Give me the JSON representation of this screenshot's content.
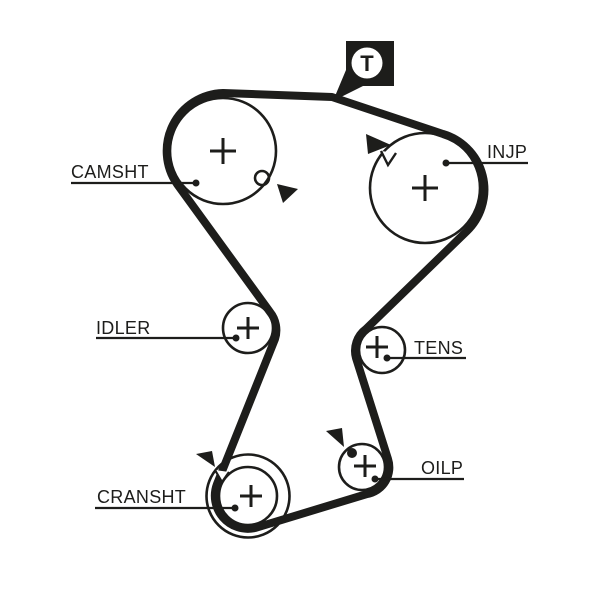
{
  "diagram": {
    "background_color": "#ffffff",
    "ink_color": "#1d1d1b",
    "timing_marker": {
      "label": "T",
      "icon": "t-in-speech-bubble-tag"
    },
    "pulleys": [
      {
        "id": "camsht",
        "label": "CAMSHT",
        "marks": [
          "alignment-hole-circle",
          "pointer-triangle"
        ]
      },
      {
        "id": "injp",
        "label": "INJP",
        "marks": [
          "pointer-triangle",
          "v-notch"
        ]
      },
      {
        "id": "idler",
        "label": "IDLER",
        "marks": []
      },
      {
        "id": "tens",
        "label": "TENS",
        "marks": []
      },
      {
        "id": "oilp",
        "label": "OILP",
        "marks": [
          "pointer-triangle",
          "alignment-dot"
        ]
      },
      {
        "id": "cransht",
        "label": "CRANSHT",
        "marks": [
          "pointer-triangle",
          "v-notch"
        ]
      }
    ]
  }
}
